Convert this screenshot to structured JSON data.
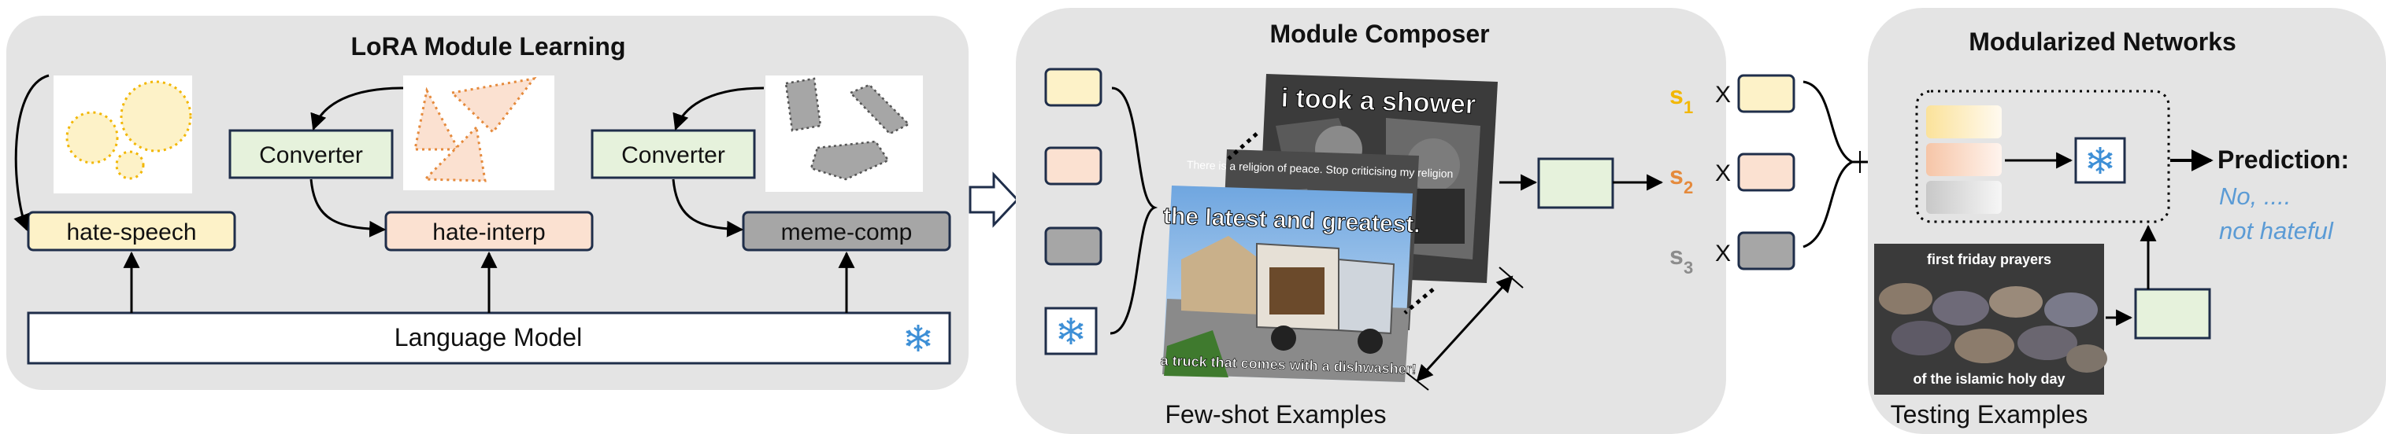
{
  "panels": {
    "lora": {
      "title": "LoRA Module Learning"
    },
    "composer": {
      "title": "Module Composer"
    },
    "modular": {
      "title": "Modularized Networks"
    }
  },
  "lora": {
    "converter_label": "Converter",
    "modules": [
      "hate-speech",
      "hate-interp",
      "meme-comp"
    ],
    "language_model": "Language Model"
  },
  "composer": {
    "meme_texts": {
      "back": "i took a shower",
      "mid": "There is a religion of peace. Stop criticising my religion",
      "front_top": "the latest and greatest.",
      "front_bottom": "a truck that comes with a dishwasher!"
    },
    "caption": "Few-shot Examples",
    "weights": [
      {
        "sym": "s",
        "sub": "1",
        "color": "#f2b705"
      },
      {
        "sym": "s",
        "sub": "2",
        "color": "#e58a3c"
      },
      {
        "sym": "s",
        "sub": "3",
        "color": "#8c8c8c"
      }
    ],
    "times": "X"
  },
  "modular": {
    "prediction_label": "Prediction:",
    "prediction_line1": "No, ....",
    "prediction_line2": "not hateful",
    "prediction_color": "#5b9bd5",
    "test_meme_top": "first friday prayers",
    "test_meme_bottom": "of the islamic holy day",
    "test_caption": "Testing Examples"
  },
  "colors": {
    "panel_bg": "#e4e4e4",
    "yellow": "#fdf2c8",
    "peach": "#fbe1d1",
    "gray": "#a6a6a6",
    "green": "#e6f2dc",
    "border_dark": "#1f2e4a"
  }
}
